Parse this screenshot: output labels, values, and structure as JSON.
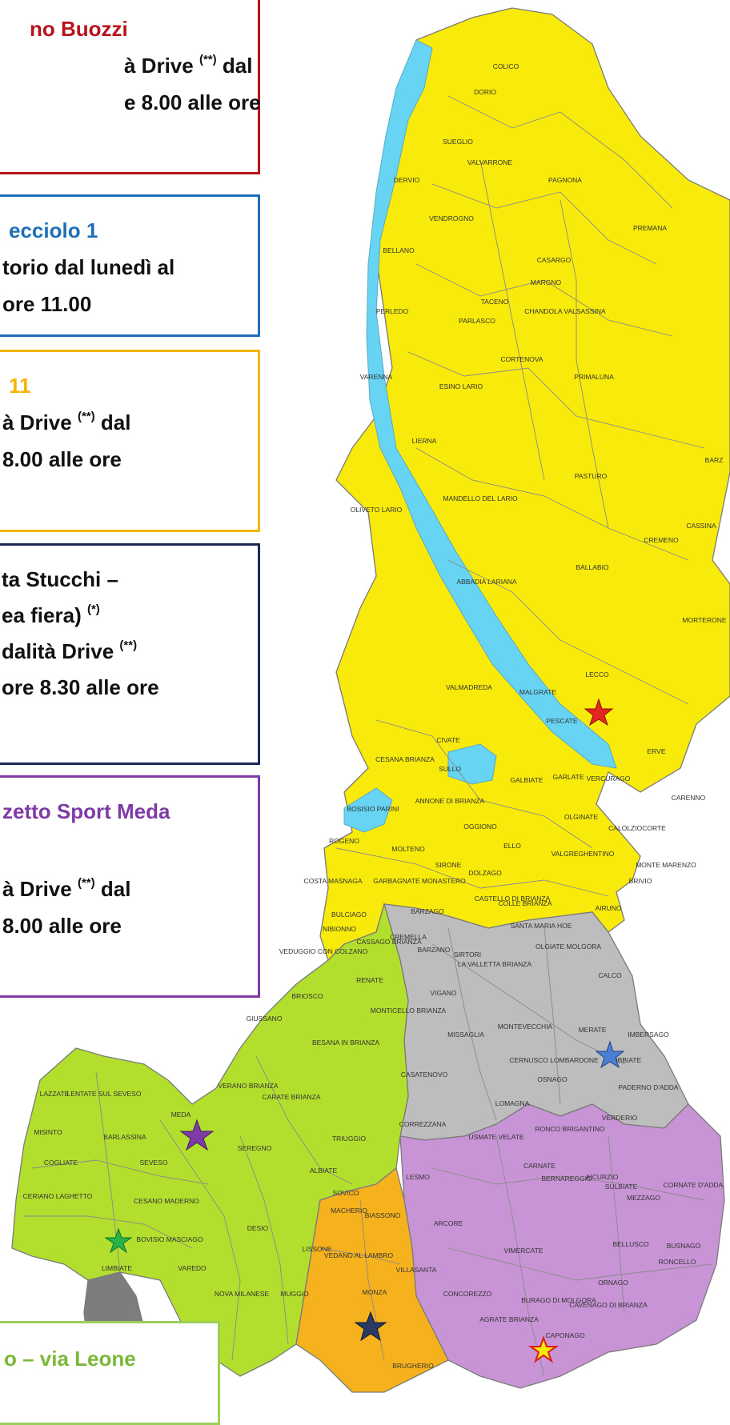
{
  "colors": {
    "red": "#b8121b",
    "blue": "#1f6fb8",
    "orange": "#f5b400",
    "navy": "#1b2a55",
    "purple": "#7e3ba6",
    "green": "#9ccf58",
    "lake": "#66d4f2",
    "yellow": "#f8ea0a",
    "grey": "#bdbdbd",
    "lilac": "#c894d6",
    "lime": "#b2de2e",
    "amber": "#f6b21c",
    "dark": "#7d7d7d"
  },
  "boxes": [
    {
      "id": "red",
      "lines": [
        {
          "text": "no Buozzi",
          "heading": true
        },
        {
          "text": "à Drive",
          "sup": "(**)",
          "after": " dal"
        },
        {
          "text": "e 8.00 alle ore"
        }
      ]
    },
    {
      "id": "blue",
      "lines": [
        {
          "text": "ecciolo 1",
          "heading": true
        },
        {
          "text": "torio dal lunedì al"
        },
        {
          "text": " ore 11.00"
        }
      ]
    },
    {
      "id": "orange",
      "lines": [
        {
          "text": "11",
          "heading": true
        },
        {
          "text": "à Drive",
          "sup": "(**)",
          "after": " dal"
        },
        {
          "text": " 8.00 alle ore"
        }
      ]
    },
    {
      "id": "navy",
      "lines": [
        {
          "text": "ta Stucchi –"
        },
        {
          "text": "ea fiera)",
          "sup": "(*)"
        },
        {
          "text": "dalità Drive",
          "sup": "(**)"
        },
        {
          "text": " ore 8.30 alle ore"
        }
      ]
    },
    {
      "id": "purple",
      "lines": [
        {
          "text": "zetto Sport Meda",
          "heading": true
        },
        {
          "text": "à Drive",
          "sup": "(**)",
          "after": " dal"
        },
        {
          "text": " 8.00 alle ore"
        }
      ]
    },
    {
      "id": "green",
      "lines": [
        {
          "text": "o – via Leone",
          "heading": true
        }
      ]
    }
  ],
  "towns": [
    "COLICO",
    "DORIO",
    "SUEGLIO",
    "VALVARRONE",
    "DERVIO",
    "PAGNONA",
    "VENDROGNO",
    "PREMANA",
    "BELLANO",
    "CASARGO",
    "MARGNO",
    "TACENO",
    "CHANDOLA VALSASSINA",
    "PERLEDO",
    "PARLASCO",
    "CORTENOVA",
    "VARENNA",
    "ESINO LARIO",
    "PRIMALUNA",
    "LIERNA",
    "PASTURO",
    "BARZ",
    "MANDELLO DEL LARIO",
    "OLIVETO LARIO",
    "CASSINA",
    "CREMENO",
    "BALLABIO",
    "ABBADIA LARIANA",
    "MORTERONE",
    "LECCO",
    "VALMADREDA",
    "MALGRATE",
    "CIVATE",
    "PESCATE",
    "ERVE",
    "CESANA BRIANZA",
    "SULLO",
    "GALBIATE",
    "GARLATE",
    "VERCURAGO",
    "CARENNO",
    "BOSISIO PARINI",
    "ANNONE DI BRIANZA",
    "OGGIONO",
    "OLGINATE",
    "CALOLZIOCORTE",
    "ROGENO",
    "MOLTENO",
    "ELLO",
    "VALGREGHENTINO",
    "MONTE MARENZO",
    "COSTA MASNAGA",
    "GARBAGNATE MONASTERO",
    "SIRONE",
    "DOLZAGO",
    "CASTELLO DI BRIANZA",
    "COLLE BRIANZA",
    "BRIVIO",
    "AIRUNO",
    "BULCIAGO",
    "BARZAGO",
    "VEDUGGIO CON COLZANO",
    "NIBIONNO",
    "CASSAGO BRIANZA",
    "CREMELLA",
    "BARZANO",
    "SIRTORI",
    "SANTA MARIA HOE",
    "OLGIATE MOLGORA",
    "LA VALLETTA BRIANZA",
    "RENATE",
    "VIGANO",
    "CALCO",
    "BRIOSCO",
    "MONTICELLO BRIANZA",
    "MISSAGLIA",
    "MONTEVECCHIA",
    "MERATE",
    "GIUSSANO",
    "BESANA IN BRIANZA",
    "CERNUSCO LOMBARDONE",
    "ROBBIATE",
    "CASATENOVO",
    "OSNAGO",
    "PADERNO D'ADDA",
    "IMBERSAGO",
    "LENTATE SUL SEVESO",
    "VERANO BRIANZA",
    "CARATE BRIANZA",
    "LOMAGNA",
    "VERDERIO",
    "LAZZATE",
    "MEDA",
    "CORREZZANA",
    "USMATE VELATE",
    "RONCO BRIGANTINO",
    "MISINTO",
    "BARLASSINA",
    "SEREGNO",
    "TRIUGGIO",
    "ALBIATE",
    "SOVICO",
    "LESMO",
    "CARNATE",
    "BERNAREGGIO",
    "AICURZIO",
    "SULBIATE",
    "MEZZAGO",
    "CORNATE D'ADDA",
    "COGLIATE",
    "SEVESO",
    "MACHERIO",
    "BIASSONO",
    "ARCORE",
    "CERIANO LAGHETTO",
    "CESANO MADERNO",
    "DESIO",
    "LISSONE",
    "VEDANO AL LAMBRO",
    "VIMERCATE",
    "BELLUSCO",
    "BUSNAGO",
    "BOVISIO MASCIAGO",
    "RONCELLO",
    "LIMBIATE",
    "VAREDO",
    "VILLASANTA",
    "ORNAGO",
    "NOVA MILANESE",
    "MUGGIO",
    "MONZA",
    "CONCOREZZO",
    "BURAGO DI MOLGORA",
    "CAVENAGO DI BRIANZA",
    "AGRATE BRIANZA",
    "CAPONAGO",
    "BRUGHERIO"
  ]
}
